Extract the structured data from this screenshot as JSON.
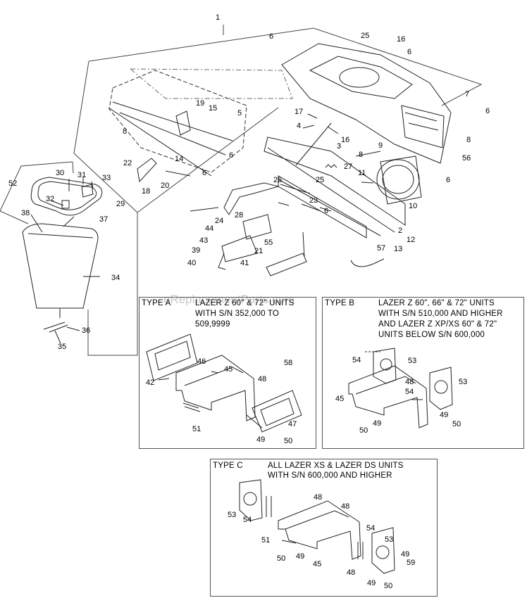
{
  "watermark": "eReplacementParts.com",
  "callouts": {
    "c1": "1",
    "c2": "2",
    "c3": "3",
    "c4": "4",
    "c5": "5",
    "c6a": "6",
    "c6b": "6",
    "c6c": "6",
    "c6d": "6",
    "c6e": "6",
    "c6f": "6",
    "c6g": "6",
    "c7": "7",
    "c8a": "8",
    "c8b": "8",
    "c8c": "8",
    "c9": "9",
    "c10": "10",
    "c11": "11",
    "c12": "12",
    "c13": "13",
    "c14": "14",
    "c15": "15",
    "c16a": "16",
    "c16b": "16",
    "c17": "17",
    "c18": "18",
    "c19": "19",
    "c20": "20",
    "c21": "21",
    "c22": "22",
    "c23": "23",
    "c24": "24",
    "c25a": "25",
    "c25b": "25",
    "c26": "26",
    "c27": "27",
    "c28": "28",
    "c29": "29",
    "c30": "30",
    "c31": "31",
    "c32": "32",
    "c33": "33",
    "c34": "34",
    "c35": "35",
    "c36": "36",
    "c37": "37",
    "c38": "38",
    "c39": "39",
    "c40": "40",
    "c41": "41",
    "c43": "43",
    "c44": "44",
    "c52": "52",
    "c55": "55",
    "c56": "56",
    "c57": "57"
  },
  "type_a": {
    "label": "TYPE A",
    "title_line1": "LAZER Z 60\" & 72\" UNITS",
    "title_line2": "WITH S/N 352,000 TO",
    "title_line3": "509,9999",
    "callouts": {
      "c42": "42",
      "c45": "45",
      "c46": "46",
      "c47": "47",
      "c48": "48",
      "c49": "49",
      "c50": "50",
      "c51": "51",
      "c58": "58"
    }
  },
  "type_b": {
    "label": "TYPE B",
    "title_line1": "LAZER Z 60\", 66\" & 72\" UNITS",
    "title_line2": "WITH S/N 510,000 AND HIGHER",
    "title_line3": "AND LAZER Z XP/XS 60\" & 72\"",
    "title_line4": "UNITS BELOW S/N 600,000",
    "callouts": {
      "c45": "45",
      "c48": "48",
      "c49a": "49",
      "c49b": "49",
      "c50a": "50",
      "c50b": "50",
      "c53a": "53",
      "c53b": "53",
      "c54a": "54",
      "c54b": "54"
    }
  },
  "type_c": {
    "label": "TYPE C",
    "title_line1": "ALL LAZER XS & LAZER DS UNITS",
    "title_line2": "WITH S/N 600,000 AND HIGHER",
    "callouts": {
      "c45": "45",
      "c48a": "48",
      "c48b": "48",
      "c48c": "48",
      "c49a": "49",
      "c49b": "49",
      "c49c": "49",
      "c50a": "50",
      "c50b": "50",
      "c51": "51",
      "c53a": "53",
      "c53b": "53",
      "c54a": "54",
      "c54b": "54",
      "c59": "59"
    }
  }
}
